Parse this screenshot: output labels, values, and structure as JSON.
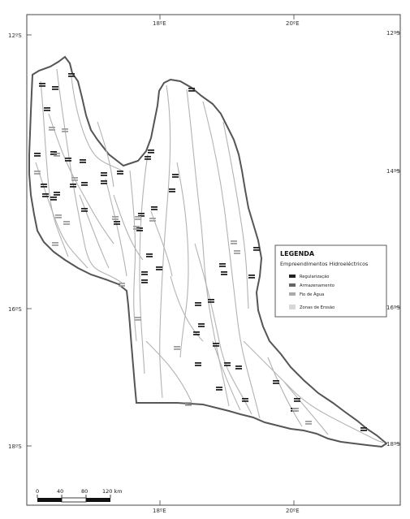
{
  "graticule": {
    "lon_top": [
      "18ºE",
      "20ºE"
    ],
    "lon_bottom": [
      "18ºE",
      "20ºE"
    ],
    "lat_left": [
      "12ºS",
      "16ºS",
      "18ºS"
    ],
    "lat_right": [
      "12ºS",
      "14ºS",
      "16ºS",
      "18ºS"
    ]
  },
  "legend": {
    "title": "LEGENDA",
    "subtitle": "Empreendimentos Hidroeléctricos",
    "items": [
      {
        "label": "Regularização",
        "color": "#222222"
      },
      {
        "label": "Armazenamento",
        "color": "#666666"
      },
      {
        "label": "Fio de Água",
        "color": "#aaaaaa"
      },
      {
        "label": "Zonas de Erosão",
        "color": "#bbbbbb"
      }
    ]
  },
  "scale_bar": {
    "ticks": [
      "0",
      "40",
      "80",
      "120 km"
    ]
  },
  "colors": {
    "basin_outline": "#555555",
    "rivers": "#b3b3b3",
    "regularizacao": "#222222",
    "fio_de_agua": "#9e9e9e"
  }
}
